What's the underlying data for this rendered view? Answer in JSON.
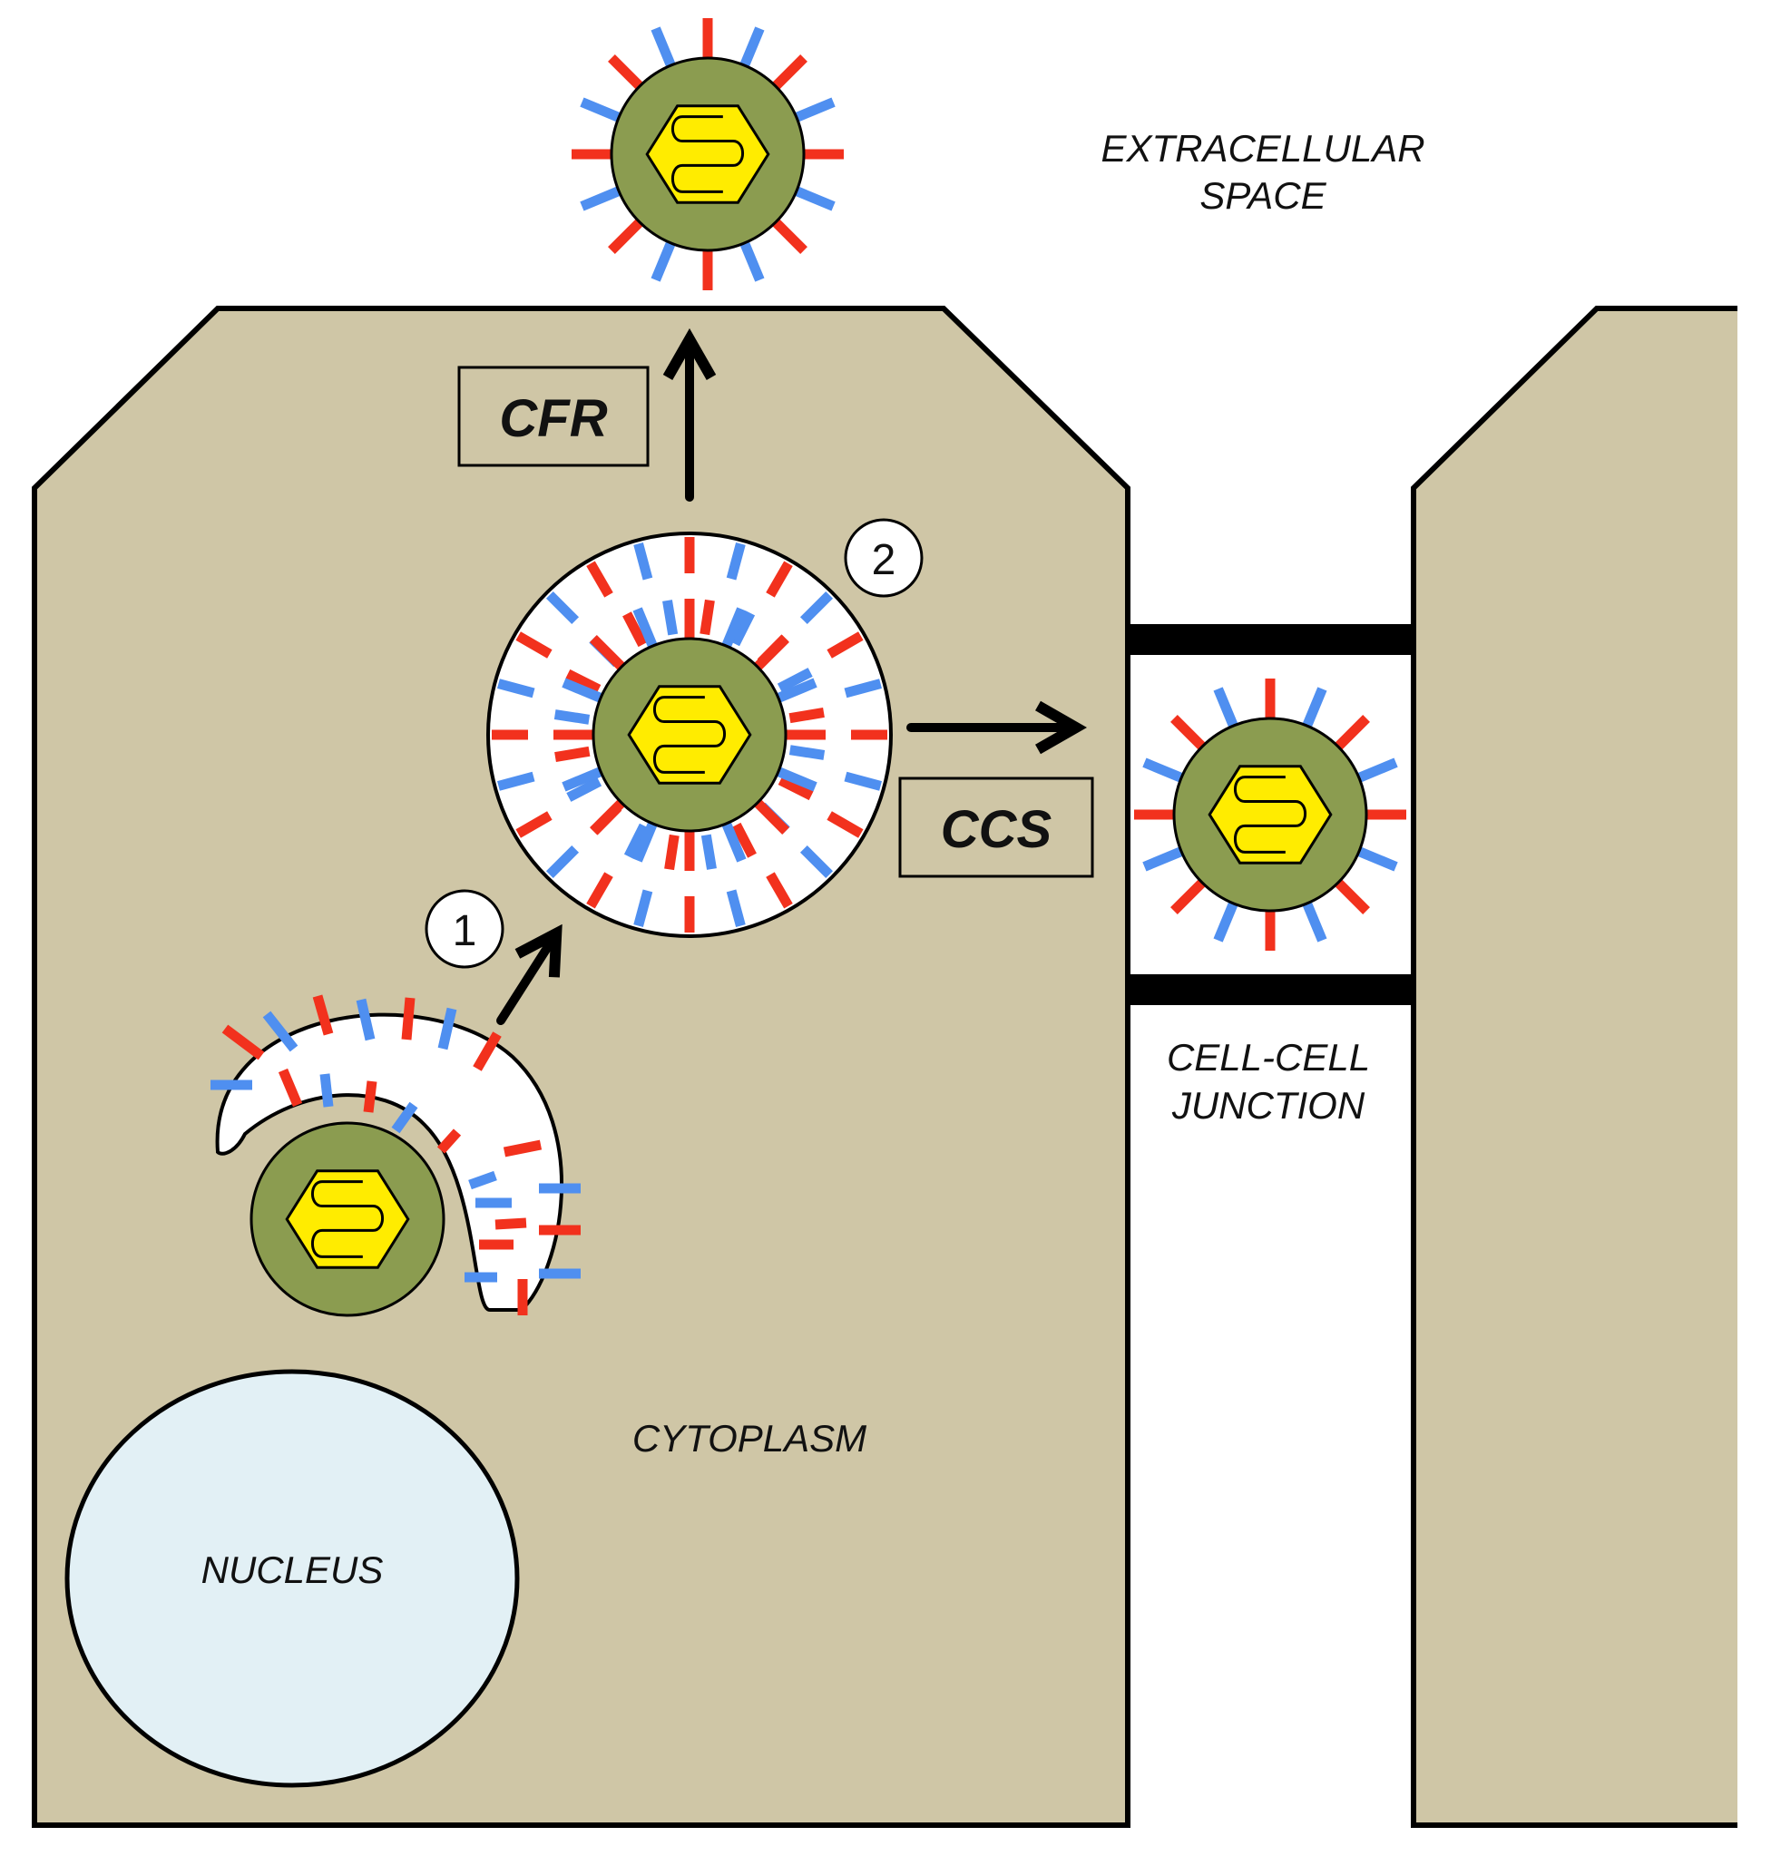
{
  "labels": {
    "extracellular_line1": "EXTRACELLULAR",
    "extracellular_line2": "SPACE",
    "cfr": "CFR",
    "ccs": "CCS",
    "step1": "1",
    "step2": "2",
    "junction_line1": "CELL-CELL",
    "junction_line2": "JUNCTION",
    "cytoplasm": "CYTOPLASM",
    "nucleus": "NUCLEUS"
  },
  "colors": {
    "cytoplasm": "#cfc6a6",
    "nucleus": "#e2f0f5",
    "viral_envelope": "#8b9c50",
    "capsid": "#ffec00",
    "spike_red": "#f2311d",
    "spike_blue": "#4f8ff0",
    "outline": "#000000",
    "membrane": "#ffffff"
  }
}
